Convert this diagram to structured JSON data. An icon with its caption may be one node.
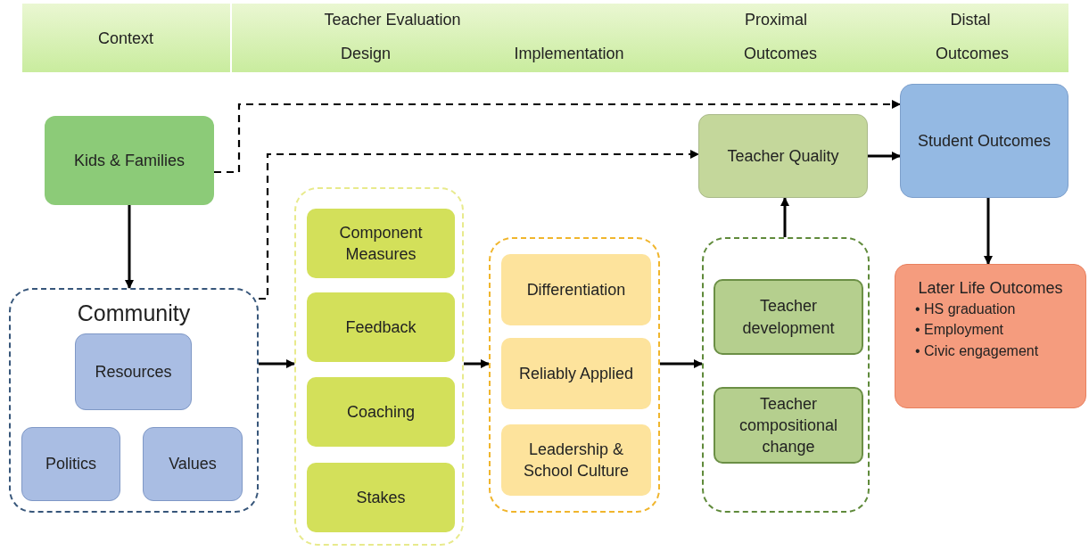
{
  "diagram": {
    "nodes": [
      {
        "text": [
          "Kids & Families"
        ]
      },
      {
        "text": [
          "Community"
        ]
      },
      {
        "text": [
          "Resources"
        ],
        "in": 1
      },
      {
        "text": [
          "Politics"
        ],
        "in": 1
      },
      {
        "text": [
          "Values"
        ],
        "in": 1
      },
      {
        "text": [],
        "shape": "box"
      },
      {
        "text": [
          "Component Measures"
        ],
        "in": 5
      },
      {
        "text": [
          "Feedback"
        ],
        "in": 5
      },
      {
        "text": [
          "Coaching"
        ],
        "in": 5
      },
      {
        "text": [
          "Stakes"
        ],
        "in": 5
      },
      {
        "text": [],
        "shape": "box"
      },
      {
        "text": [
          "Differentiation"
        ],
        "in": 10
      },
      {
        "text": [
          "Reliably Applied"
        ],
        "in": 10
      },
      {
        "text": [
          "Leadership & School Culture"
        ],
        "in": 10
      },
      {
        "text": [],
        "shape": "box"
      },
      {
        "text": [
          "Teacher development"
        ],
        "in": 14
      },
      {
        "text": [
          "Teacher compositional change"
        ],
        "in": 14
      },
      {
        "text": [
          "Teacher Quality"
        ]
      },
      {
        "text": [
          "Student Outcomes"
        ]
      },
      {
        "text": [
          "Later Life Outcomes",
          "• HS graduation",
          "• Employment",
          "• Civic engagement"
        ]
      }
    ],
    "edges": [
      {
        "from": 0,
        "to": 18,
        "arrow": "to",
        "style": "dashed"
      },
      {
        "from": 1,
        "to": 17,
        "arrow": "to",
        "style": "dashed"
      },
      {
        "from": 0,
        "to": 1,
        "arrow": "to"
      },
      {
        "from": 1,
        "to": 5,
        "arrow": "to"
      },
      {
        "from": 5,
        "to": 10,
        "arrow": "to"
      },
      {
        "from": 10,
        "to": 14,
        "arrow": "to"
      },
      {
        "from": 14,
        "to": 17,
        "arrow": "to"
      },
      {
        "from": 17,
        "to": 18,
        "arrow": "to"
      },
      {
        "from": 18,
        "to": 19,
        "arrow": "to"
      }
    ],
    "labels": [
      "Context",
      "Teacher Evaluation",
      "Proximal",
      "Distal",
      "Design",
      "Implementation",
      "Outcomes",
      "Outcomes"
    ]
  }
}
